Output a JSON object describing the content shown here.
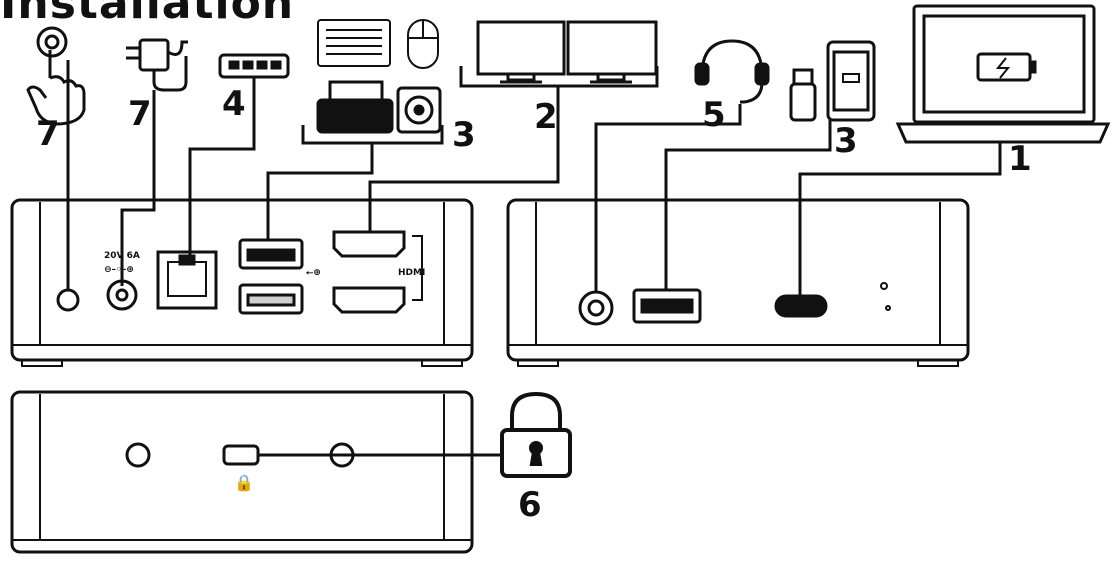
{
  "title": "Installation",
  "callouts": [
    "1",
    "2",
    "3",
    "3",
    "4",
    "5",
    "6",
    "7",
    "7"
  ],
  "port_labels": {
    "hdmi": "HDMI",
    "power_rating": "20V 6A"
  },
  "colors": {
    "line": "#111111",
    "background": "#ffffff"
  }
}
